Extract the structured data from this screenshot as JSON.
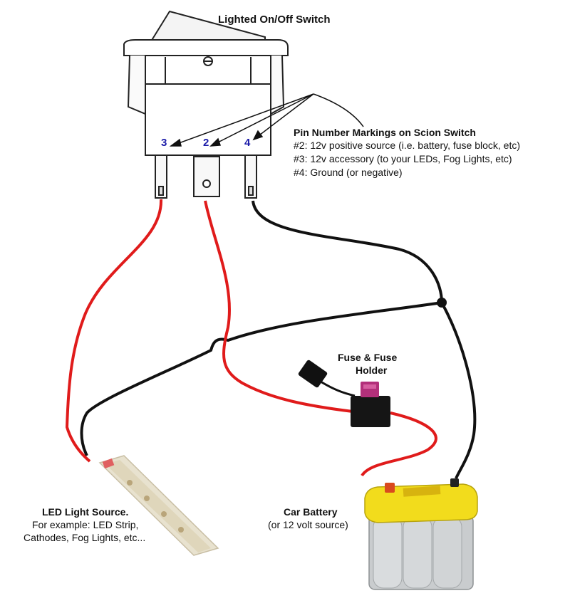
{
  "labels": {
    "switch_title": "Lighted On/Off Switch",
    "pin_title": "Pin Number Markings on Scion Switch",
    "pin_line_2": "#2: 12v positive source (i.e. battery, fuse block, etc)",
    "pin_line_3": "#3: 12v accessory (to your LEDs, Fog Lights, etc)",
    "pin_line_4": "#4: Ground (or negative)",
    "fuse_line1": "Fuse & Fuse",
    "fuse_line2": "Holder",
    "led_title": "LED Light Source.",
    "led_line1": "For example: LED Strip,",
    "led_line2": "Cathodes, Fog Lights, etc...",
    "battery_title": "Car Battery",
    "battery_sub": "(or 12 volt source)"
  },
  "pins": {
    "p3": "3",
    "p2": "2",
    "p4": "4"
  },
  "colors": {
    "positive_wire": "#e01b1b",
    "ground_wire": "#111111",
    "battery_top": "#f2dc1c",
    "battery_body": "#c9ccce",
    "pin_number": "#1a1aa8",
    "fuse": "#b2307a",
    "led_strip": "#e8e2cf"
  }
}
